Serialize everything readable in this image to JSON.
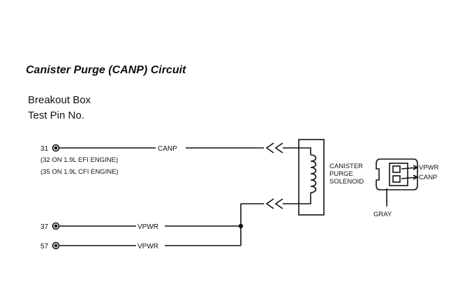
{
  "title": "Canister Purge (CANP) Circuit",
  "header": {
    "line1": "Breakout Box",
    "line2": "Test Pin No."
  },
  "pins": {
    "canp": {
      "number": "31",
      "signal": "CANP",
      "note1": "(32 ON 1.9L EFI ENGINE)",
      "note2": "(35 ON 1.9L CFI ENGINE)"
    },
    "vpwr1": {
      "number": "37",
      "signal": "VPWR"
    },
    "vpwr2": {
      "number": "57",
      "signal": "VPWR"
    }
  },
  "solenoid": {
    "label_line1": "CANISTER",
    "label_line2": "PURGE",
    "label_line3": "SOLENOID"
  },
  "connector": {
    "pin_top": "VPWR",
    "pin_bottom": "CANP",
    "color_label": "GRAY"
  }
}
